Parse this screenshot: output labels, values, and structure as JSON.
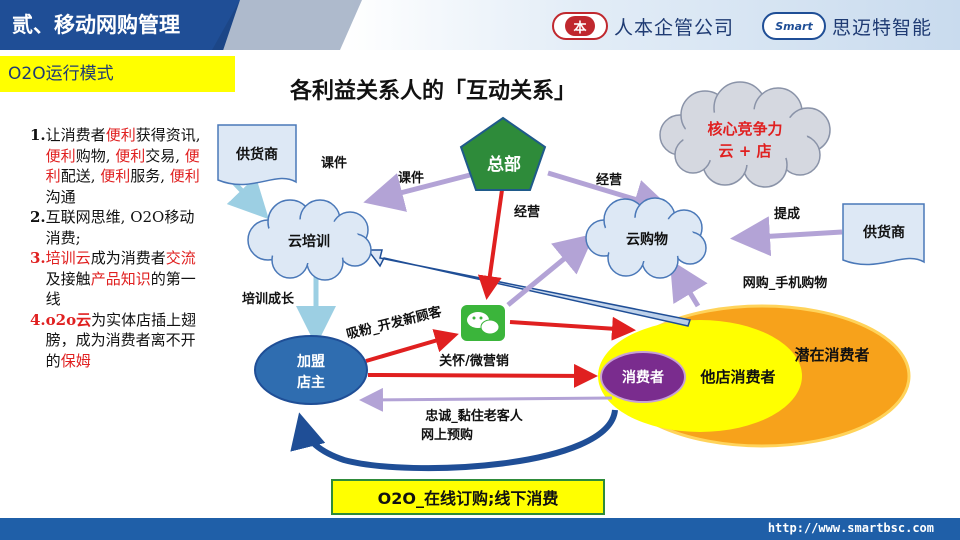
{
  "header": {
    "section_title": "贰、移动网购管理",
    "subtitle": "O2O运行模式",
    "brand1_logo": "本",
    "brand1_name": "人本企管公司",
    "brand2_logo": "Smart",
    "brand2_name": "思迈特智能"
  },
  "main_title": "各利益关系人的「互动关系」",
  "points": [
    {
      "num": "1.",
      "segments": [
        {
          "t": "让消费者",
          "c": ""
        },
        {
          "t": "便利",
          "c": "red"
        },
        {
          "t": "获得资讯, ",
          "c": ""
        },
        {
          "t": "便利",
          "c": "red"
        },
        {
          "t": "购物, ",
          "c": ""
        },
        {
          "t": "便利",
          "c": "red"
        },
        {
          "t": "交易, ",
          "c": ""
        },
        {
          "t": "便利",
          "c": "red"
        },
        {
          "t": "配送, ",
          "c": ""
        },
        {
          "t": "便利",
          "c": "red"
        },
        {
          "t": "服务, ",
          "c": ""
        },
        {
          "t": "便利",
          "c": "red"
        },
        {
          "t": "沟通",
          "c": ""
        }
      ]
    },
    {
      "num": "2.",
      "segments": [
        {
          "t": "互联网思维, O2O移动消费;",
          "c": ""
        }
      ]
    },
    {
      "num": "3.",
      "num_color": "red",
      "segments": [
        {
          "t": "培训云",
          "c": "red"
        },
        {
          "t": "成为消费者",
          "c": ""
        },
        {
          "t": "交流",
          "c": "red"
        },
        {
          "t": "及接触",
          "c": ""
        },
        {
          "t": "产品知识",
          "c": "red"
        },
        {
          "t": "的第一线",
          "c": ""
        }
      ]
    },
    {
      "num": "4.",
      "num_color": "red",
      "segments": [
        {
          "t": "o2o云",
          "c": "red bold"
        },
        {
          "t": "为实体店插上翅膀，成为消费者离不开的",
          "c": ""
        },
        {
          "t": "保姆",
          "c": "red"
        }
      ]
    }
  ],
  "nodes": {
    "hq": "总部",
    "supplier_left": "供货商",
    "supplier_right": "供货商",
    "cloud_training": "云培训",
    "cloud_shopping": "云购物",
    "core_line1": "核心竞争力",
    "core_line2": "云 + 店",
    "franchise_line1": "加盟",
    "franchise_line2": "店主",
    "consumer": "消费者",
    "other_consumer": "他店消费者",
    "potential_consumer": "潜在消费者"
  },
  "edges": {
    "courseware1": "课件",
    "courseware2": "课件",
    "operate1": "经营",
    "operate2": "经营",
    "commission": "提成",
    "training_growth": "培训成长",
    "online_shopping": "网购_手机购物",
    "attract_fans": "吸粉_开发新顾客",
    "care_marketing": "关怀/微营销",
    "loyalty1": "忠诚_黏住老客人",
    "loyalty2": "网上预购"
  },
  "o2o_caption": "O2O_在线订购;线下消费",
  "footer_url": "http://www.smartbsc.com",
  "colors": {
    "header_blue": "#1f4e96",
    "highlight_yellow": "#ffff00",
    "accent_red": "#e02020",
    "hq_green": "#2e8b3a",
    "flow_purple": "#b3a3d6",
    "flow_lightblue": "#9ccfe3",
    "flow_red": "#e02020",
    "consumer_orange": "#f7a21b",
    "consumer_purple": "#7a2c8e"
  }
}
